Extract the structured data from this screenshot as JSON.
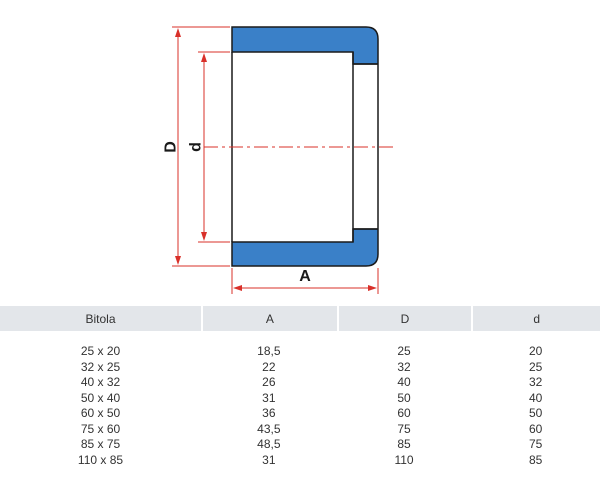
{
  "drawing": {
    "dim_D": "D",
    "dim_d": "d",
    "dim_A": "A",
    "colors": {
      "body": "#3a80c8",
      "dimension": "#d9302a",
      "outline": "#1a1a1a"
    }
  },
  "table": {
    "headers": [
      "Bitola",
      "A",
      "D",
      "d"
    ],
    "rows": [
      [
        "25 x 20",
        "18,5",
        "25",
        "20"
      ],
      [
        "32 x 25",
        "22",
        "32",
        "25"
      ],
      [
        "40 x 32",
        "26",
        "40",
        "32"
      ],
      [
        "50 x 40",
        "31",
        "50",
        "40"
      ],
      [
        "60 x 50",
        "36",
        "60",
        "50"
      ],
      [
        "75 x 60",
        "43,5",
        "75",
        "60"
      ],
      [
        "85 x 75",
        "48,5",
        "85",
        "75"
      ],
      [
        "110 x 85",
        "31",
        "110",
        "85"
      ]
    ]
  }
}
